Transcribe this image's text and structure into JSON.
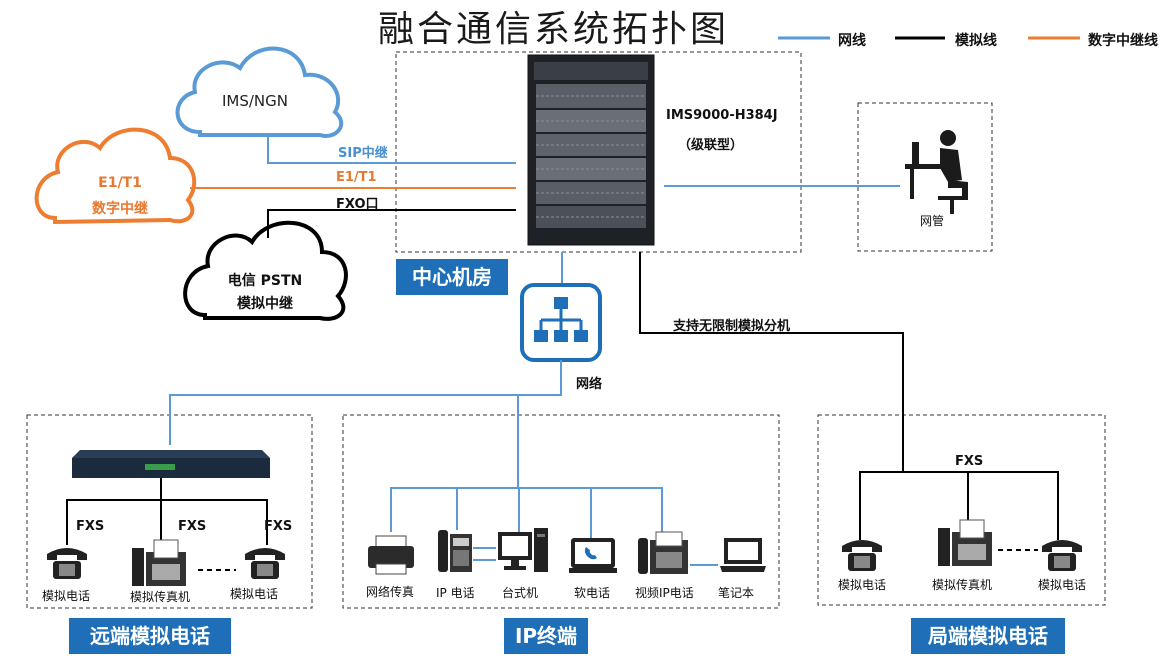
{
  "title": "融合通信系统拓扑图",
  "legend": {
    "network": "网线",
    "analog": "模拟线",
    "digital": "数字中继线"
  },
  "colors": {
    "network": "#5b9bd5",
    "analog": "#000000",
    "digital": "#ed7d31",
    "banner": "#1f6fb8"
  },
  "clouds": {
    "ims": "IMS/NGN",
    "e1_line1": "E1/T1",
    "e1_line2": "数字中继",
    "pstn_line1": "电信 PSTN",
    "pstn_line2": "模拟中继"
  },
  "links": {
    "sip": "SIP中继",
    "e1": "E1/T1",
    "fxo": "FXO口",
    "unlimited": "支持无限制模拟分机",
    "network": "网络"
  },
  "center": {
    "model": "IMS9000-H384J",
    "type": "（级联型）",
    "banner": "中心机房"
  },
  "admin": {
    "label": "网管"
  },
  "remote": {
    "banner": "远端模拟电话",
    "fxs": [
      "FXS",
      "FXS",
      "FXS"
    ],
    "devices": [
      "模拟电话",
      "模拟传真机",
      "模拟电话"
    ]
  },
  "ip": {
    "banner": "IP终端",
    "devices": [
      "网络传真",
      "IP 电话",
      "台式机",
      "软电话",
      "视频IP电话",
      "笔记本"
    ]
  },
  "local": {
    "banner": "局端模拟电话",
    "fxs": "FXS",
    "devices": [
      "模拟电话",
      "模拟传真机",
      "模拟电话"
    ]
  }
}
